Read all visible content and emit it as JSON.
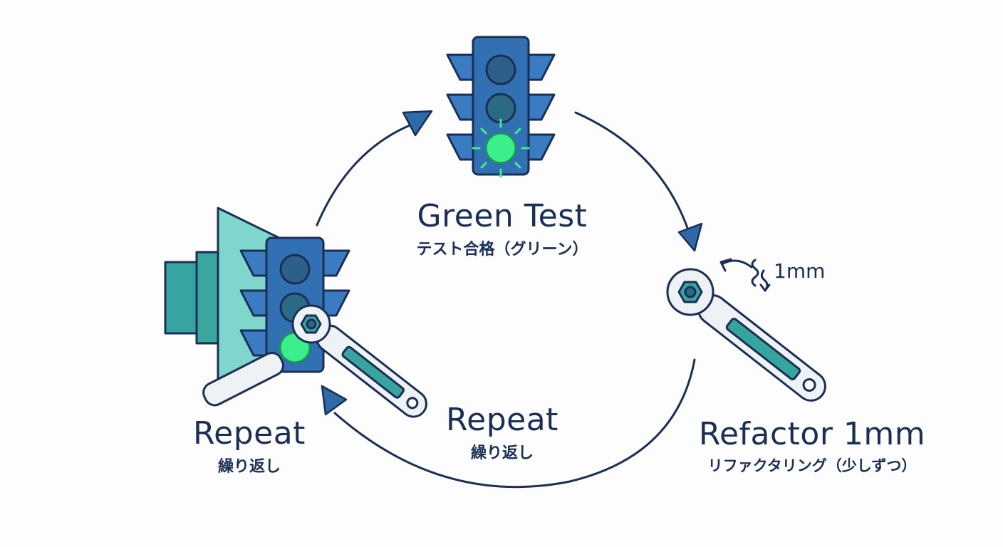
{
  "steps": {
    "green": {
      "title": "Green Test",
      "subtitle": "テスト合格（グリーン）"
    },
    "refactor": {
      "title": "Refactor 1mm",
      "subtitle": "リファクタリング（少しずつ）",
      "note": "1mm"
    },
    "repeat_center": {
      "title": "Repeat",
      "subtitle": "繰り返し"
    },
    "repeat_left": {
      "title": "Repeat",
      "subtitle": "繰り返し"
    }
  },
  "icons": {
    "green_step": "traffic-light-icon",
    "refactor_step": "wrench-icon",
    "repeat_step": "traffic-light-with-wrench-icon"
  },
  "colors": {
    "outline": "#1b2f55",
    "light_body": "#3170b3",
    "lens_off": "#2c5f8a",
    "lens_green": "#3bf08a",
    "teal": "#36a5a0",
    "wrench": "#eef2f5",
    "background": "#fdfdfd"
  }
}
